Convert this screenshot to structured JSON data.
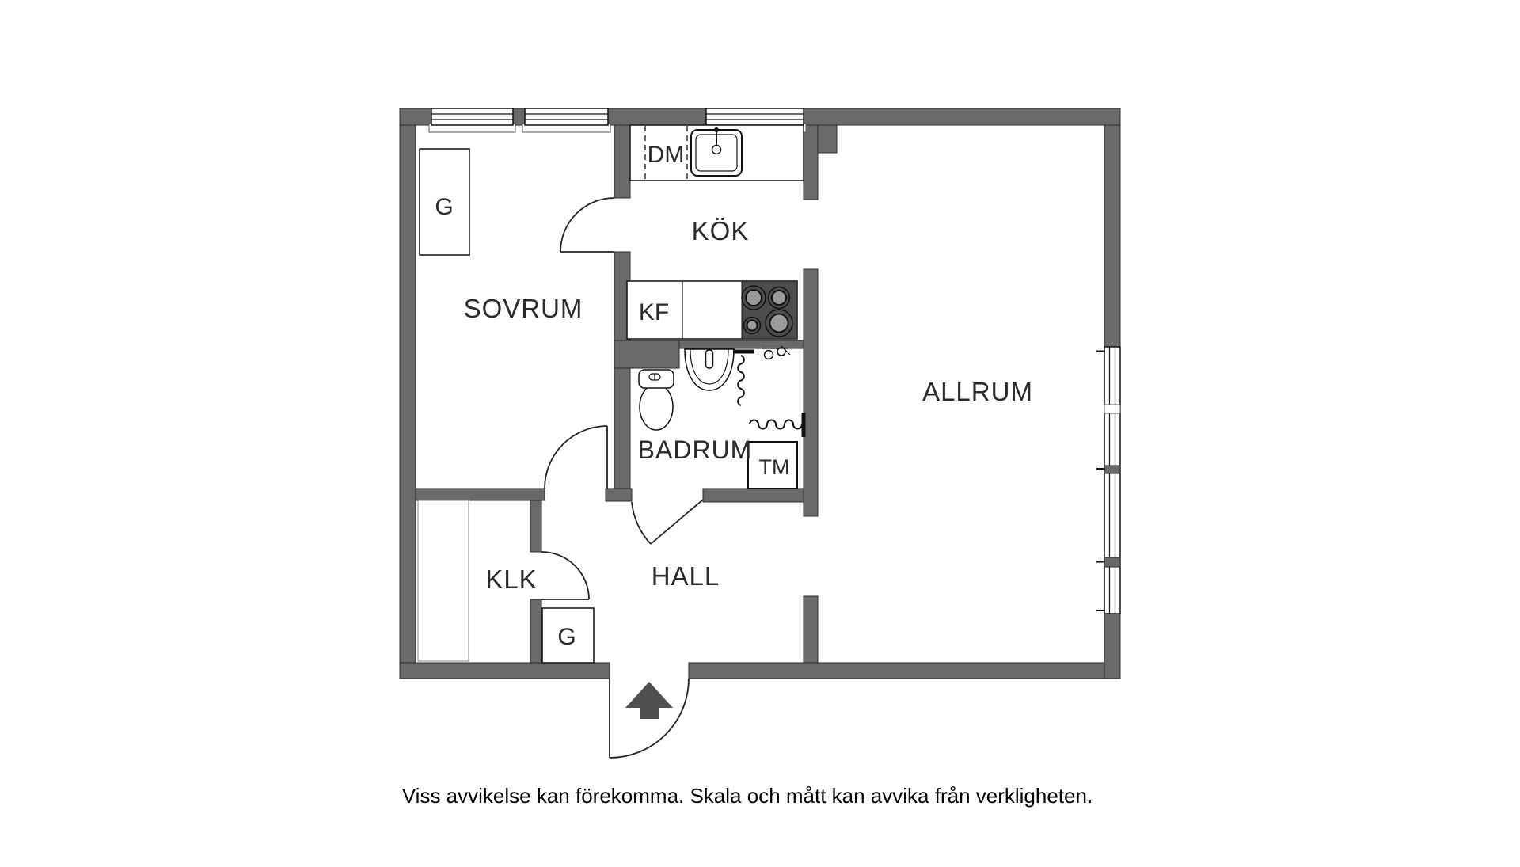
{
  "rooms": {
    "bedroom": "SOVRUM",
    "kitchen": "KÖK",
    "living_room": "ALLRUM",
    "bathroom": "BADRUM",
    "hall": "HALL",
    "walk_in_closet": "KLK"
  },
  "fixtures": {
    "bedroom_wardrobe": "G",
    "hall_wardrobe": "G",
    "dishwasher": "DM",
    "fridge_freezer": "KF",
    "washing_machine": "TM"
  },
  "footer": {
    "disclaimer": "Viss avvikelse kan förekomma. Skala och mått kan avvika från verkligheten."
  },
  "colors": {
    "background": "#ffffff",
    "wall": "#6a6a6a",
    "outline": "#2b2b2b",
    "stove": "#4d4d4d",
    "burner": "#9b9b9b",
    "arrow": "#4f4f4f",
    "label": "#2a2a2a"
  }
}
